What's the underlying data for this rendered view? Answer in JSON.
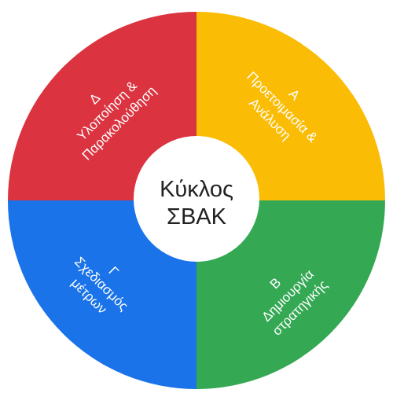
{
  "diagram": {
    "center": {
      "lines": [
        "Κύκλος",
        "ΣΒΑΚ"
      ]
    },
    "quadrants": [
      {
        "key": "a",
        "lines": [
          "Α",
          "Προετοιμασία &",
          "Ανάλυση"
        ],
        "color": "#fbbc05"
      },
      {
        "key": "b",
        "lines": [
          "Β",
          "Δημιουργία",
          "στρατηγικής"
        ],
        "color": "#34a853"
      },
      {
        "key": "c",
        "lines": [
          "Γ",
          "Σχεδιασμός",
          "μέτρων"
        ],
        "color": "#1a73e8"
      },
      {
        "key": "d",
        "lines": [
          "Δ",
          "Υλοποίηση &",
          "Παρακολούθηση"
        ],
        "color": "#db3340"
      }
    ],
    "center_color": "#ffffff"
  }
}
